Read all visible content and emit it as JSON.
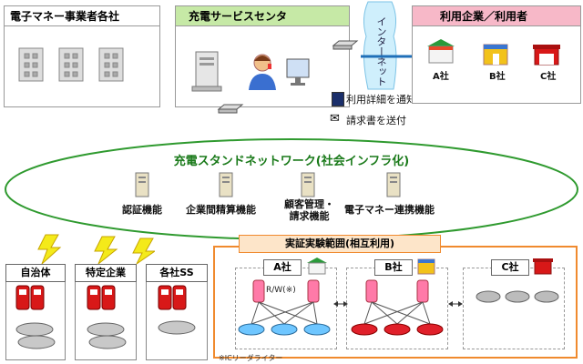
{
  "boxes": {
    "money_providers": "電子マネー事業者各社",
    "charging_center": "充電サービスセンタ",
    "users": "利用企業／利用者"
  },
  "internet": "インターネット",
  "notice": {
    "usage": "利用詳細を通知",
    "billing": "請求書を送付"
  },
  "network": {
    "title": "充電スタンドネットワーク(社会インフラ化)",
    "functions": [
      "認証機能",
      "企業間精算機能",
      "顧客管理・\n請求機能",
      "電子マネー連携機能"
    ]
  },
  "companies_top": [
    "A社",
    "B社",
    "C社"
  ],
  "left_clients": [
    "自治体",
    "特定企業",
    "各社SS"
  ],
  "experiment": {
    "title": "実証実験範囲(相互利用)",
    "companies": [
      "A社",
      "B社",
      "C社"
    ],
    "rw_label": "R/W(※)"
  },
  "footnote": "※ICリーダライター",
  "colors": {
    "green_header": "#c6e9a6",
    "pink_header": "#f7b8c8",
    "ellipse_border": "#2f9a2f",
    "network_title": "#1a7a1a",
    "orange_border": "#f08a2e",
    "charger_pink": "#ff7aa8",
    "charger_red": "#d81818"
  }
}
